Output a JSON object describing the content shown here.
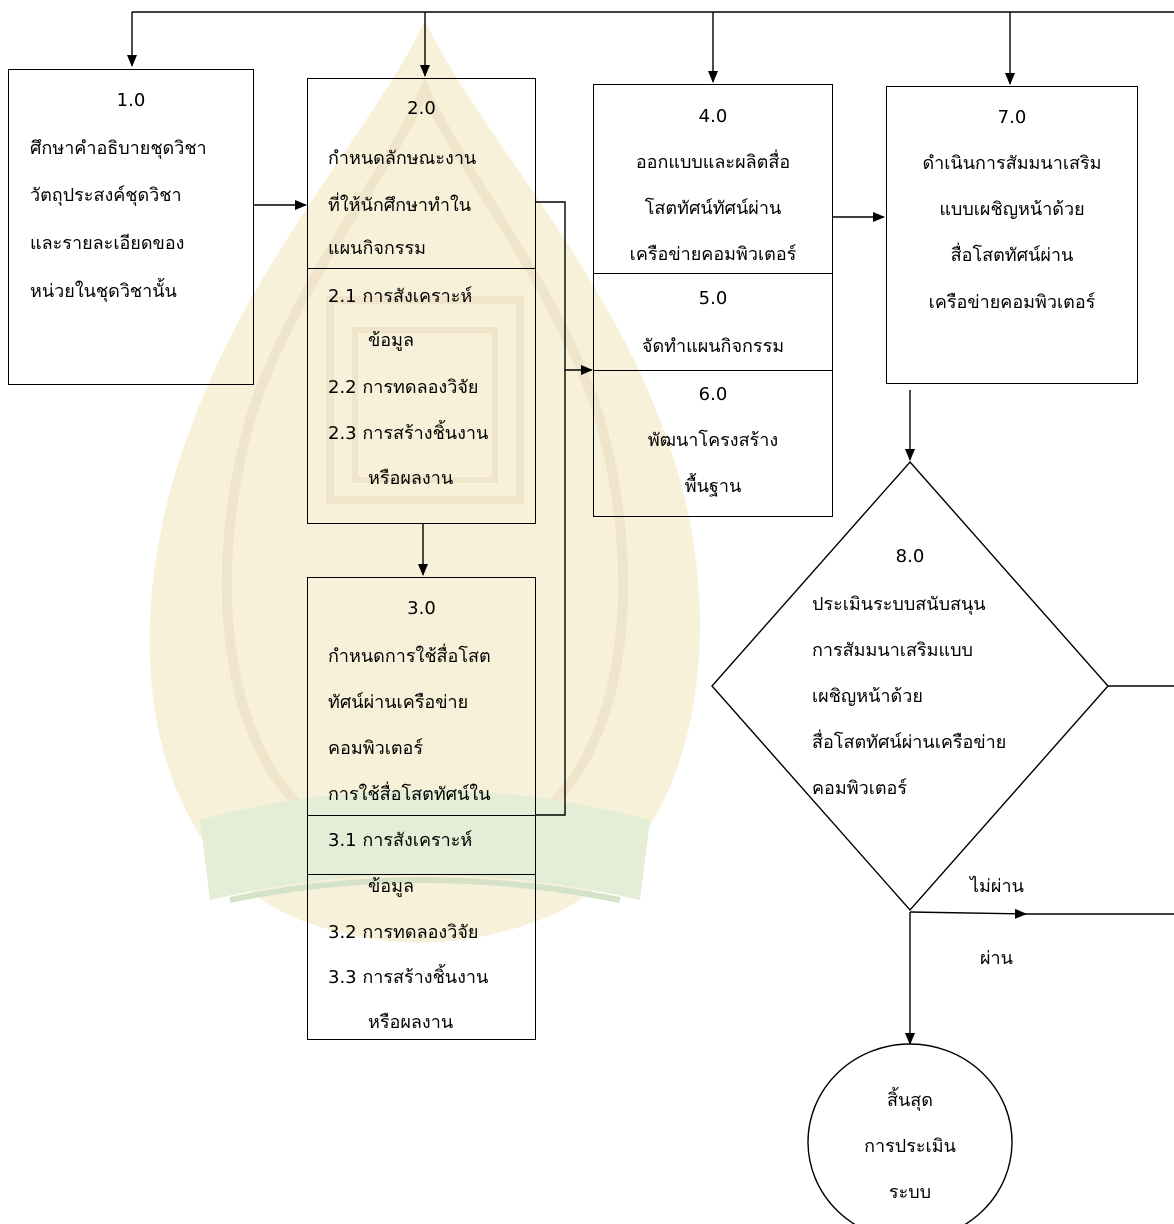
{
  "boxes": {
    "b1": {
      "id": "1.0",
      "lines": [
        "ศึกษาคำอธิบายชุดวิชา",
        "วัตถุประสงค์ชุดวิชา",
        "และรายละเอียดของ",
        "หน่วยในชุดวิชานั้น"
      ]
    },
    "b2": {
      "id": "2.0",
      "lines": [
        "กำหนดลักษณะงาน",
        "ที่ให้นักศึกษาทำใน",
        "แผนกิจกรรม"
      ],
      "sub": [
        "2.1 การสังเคราะห์",
        "ข้อมูล",
        "2.2 การทดลองวิจัย",
        "2.3 การสร้างชิ้นงาน",
        "หรือผลงาน"
      ]
    },
    "b3": {
      "id": "3.0",
      "lines": [
        "กำหนดการใช้สื่อโสต",
        "ทัศน์ผ่านเครือข่าย",
        "คอมพิวเตอร์",
        "การใช้สื่อโสตทัศน์ใน"
      ],
      "sub": [
        "3.1 การสังเคราะห์",
        "ข้อมูล",
        "3.2 การทดลองวิจัย",
        "3.3 การสร้างชิ้นงาน",
        "หรือผลงาน"
      ]
    },
    "b4": {
      "id": "4.0",
      "lines": [
        "ออกแบบและผลิตสื่อ",
        "โสตทัศน์ทัศน์ผ่าน",
        "เครือข่ายคอมพิวเตอร์"
      ]
    },
    "b5": {
      "id": "5.0",
      "lines": [
        "จัดทำแผนกิจกรรม"
      ]
    },
    "b6": {
      "id": "6.0",
      "lines": [
        "พัฒนาโครงสร้าง",
        "พื้นฐาน"
      ]
    },
    "b7": {
      "id": "7.0",
      "lines": [
        "ดำเนินการสัมมนาเสริม",
        "แบบเผชิญหน้าด้วย",
        "สื่อโสตทัศน์ผ่าน",
        "เครือข่ายคอมพิวเตอร์"
      ]
    },
    "b8": {
      "id": "8.0",
      "lines": [
        "ประเมินระบบสนับสนุน",
        "การสัมมนาเสริมแบบ",
        "เผชิญหน้าด้วย",
        "สื่อโสตทัศน์ผ่านเครือข่าย",
        "คอมพิวเตอร์"
      ]
    }
  },
  "labels": {
    "fail": "ไม่ผ่าน",
    "pass": "ผ่าน"
  },
  "end": {
    "lines": [
      "สิ้นสุด",
      "การประเมิน",
      "ระบบ"
    ]
  },
  "colors": {
    "line": "#000000",
    "watermark": "#d9b95c",
    "watermark_dark": "#7a9a4a"
  }
}
